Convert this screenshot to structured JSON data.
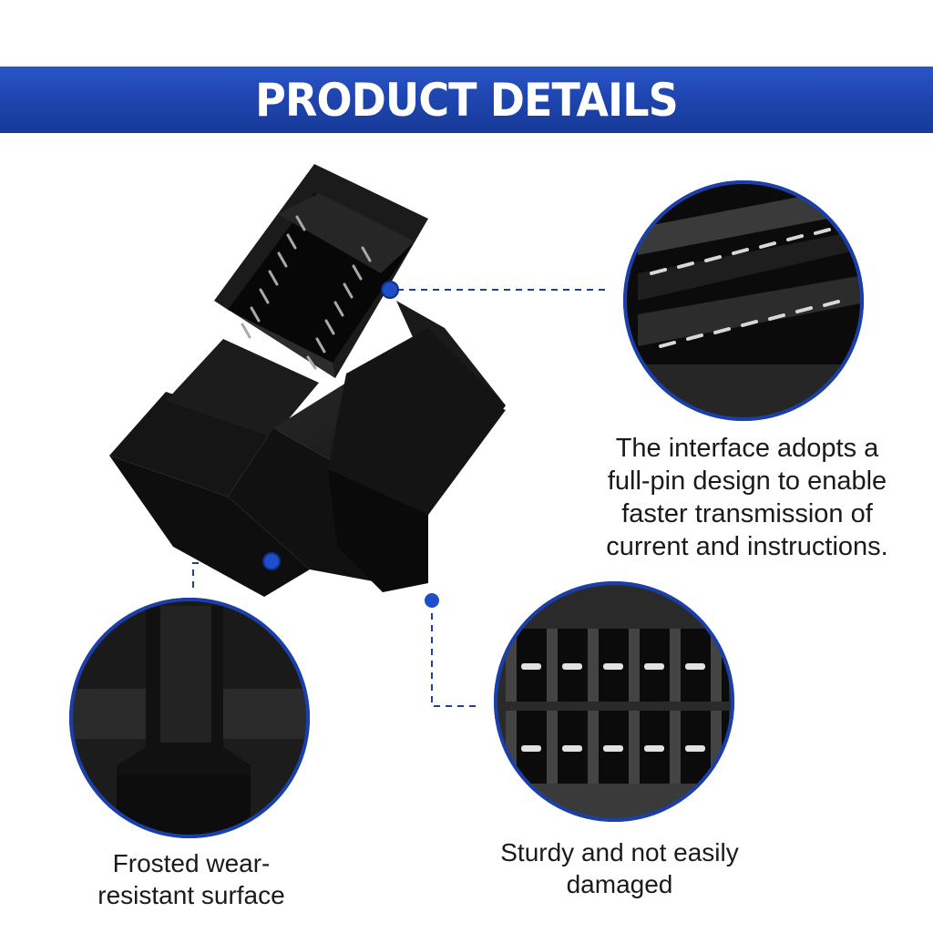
{
  "banner": {
    "title": "PRODUCT DETAILS"
  },
  "callouts": {
    "interface": {
      "lines": [
        "The interface adopts a",
        "full-pin design to enable",
        "faster transmission of",
        "current and instructions."
      ]
    },
    "surface": {
      "lines": [
        "Frosted wear-",
        "resistant surface"
      ]
    },
    "sturdy": {
      "lines": [
        "Sturdy and not easily",
        "damaged"
      ]
    }
  },
  "colors": {
    "banner": "#1f46b0",
    "accent": "#1e4fc9",
    "product": "#121212"
  },
  "icons": {
    "marker": "blue-dot-marker"
  }
}
